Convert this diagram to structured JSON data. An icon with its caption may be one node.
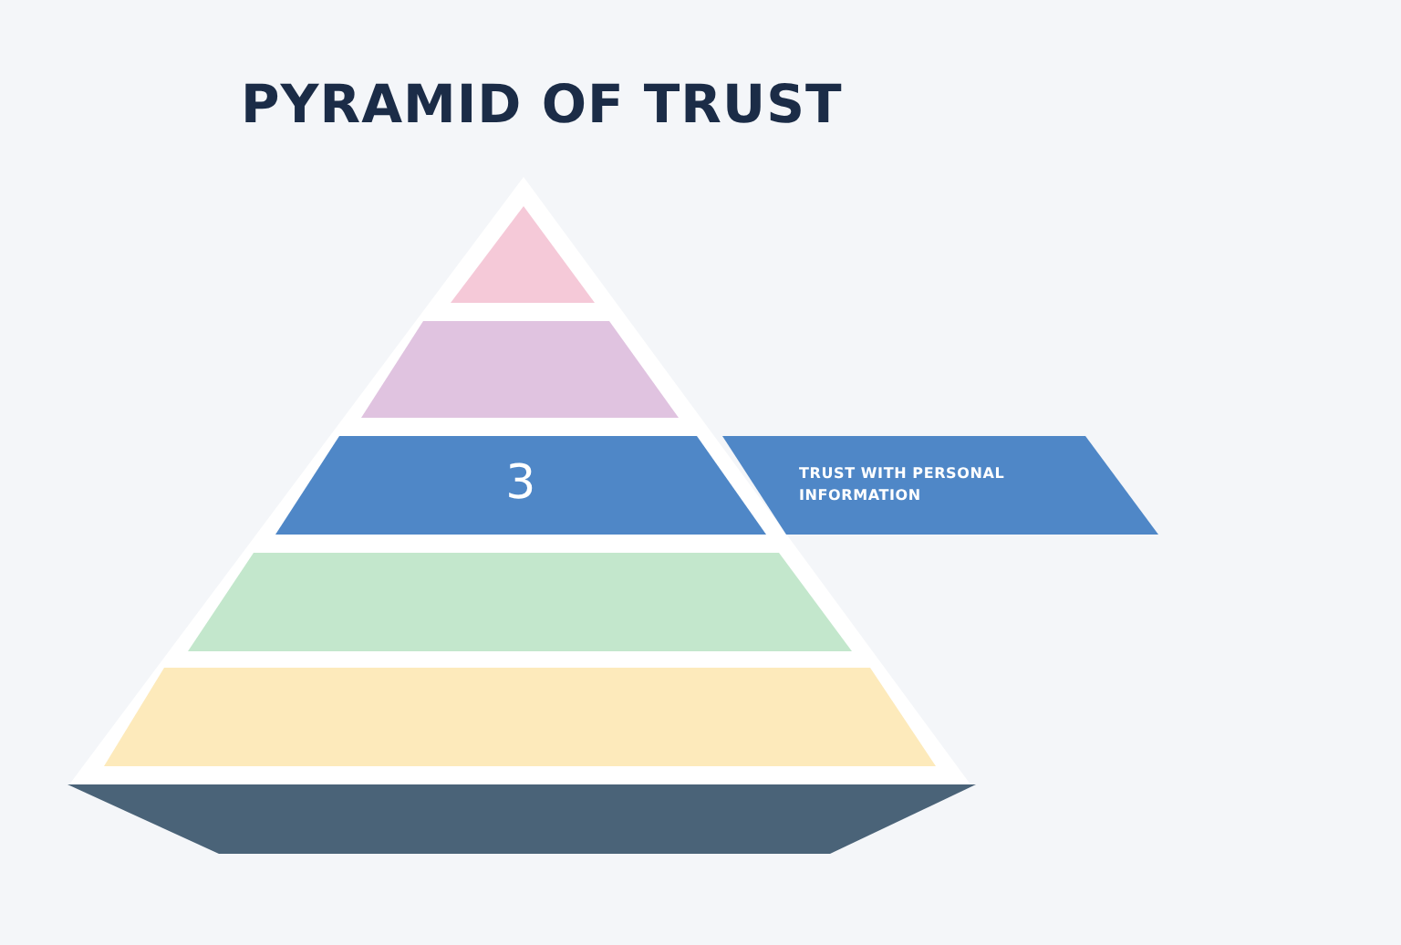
{
  "diagram": {
    "title": "PYRAMID OF TRUST",
    "nodes": [
      {
        "text": [],
        "shape": "triangle"
      },
      {
        "text": [],
        "shape": "trapezoid"
      },
      {
        "text": [
          "3"
        ]
      },
      {
        "text": [
          "TRUST WITH PERSONAL INFORMATION"
        ]
      },
      {
        "text": [],
        "shape": "trapezoid"
      },
      {
        "text": [],
        "shape": "trapezoid"
      },
      {
        "text": [],
        "shape": "trapezoid"
      }
    ],
    "edges": []
  }
}
